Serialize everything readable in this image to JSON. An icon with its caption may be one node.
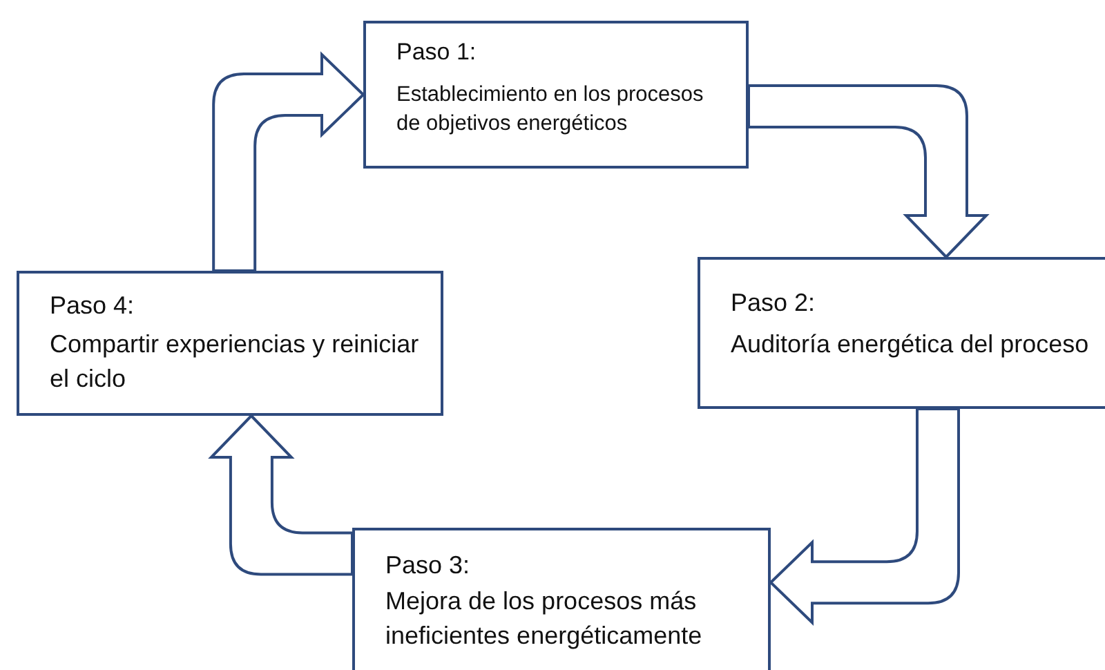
{
  "diagram": {
    "nodes": [
      {
        "text": [
          "Paso 1:",
          "Establecimiento en los procesos de objetivos energéticos"
        ]
      },
      {
        "text": [
          "Paso 2:",
          "Auditoría energética del proceso"
        ]
      },
      {
        "text": [
          "Paso 3:",
          "Mejora de los procesos más ineficientes energéticamente"
        ]
      },
      {
        "text": [
          "Paso 4:",
          "Compartir experiencias y reiniciar el ciclo"
        ]
      }
    ],
    "edges": [
      {
        "from": 0,
        "to": 1,
        "arrow": "to"
      },
      {
        "from": 1,
        "to": 2,
        "arrow": "to"
      },
      {
        "from": 2,
        "to": 3,
        "arrow": "to"
      },
      {
        "from": 3,
        "to": 0,
        "arrow": "to"
      }
    ]
  }
}
